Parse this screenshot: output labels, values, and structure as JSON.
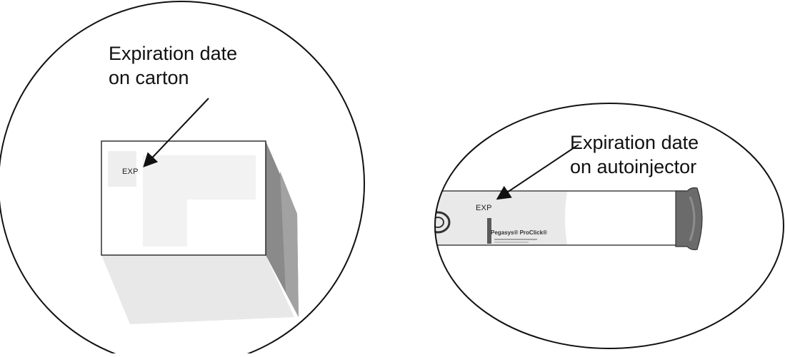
{
  "carton": {
    "callout_line1": "Expiration date",
    "callout_line2": "on carton",
    "exp_label": "EXP"
  },
  "autoinjector": {
    "callout_line1": "Expiration date",
    "callout_line2": "on autoinjector",
    "exp_label": "EXP",
    "brand_label": "Pegasys® ProClick®"
  },
  "colors": {
    "outline": "#111111",
    "carton_face": "#ffffff",
    "carton_side": "#8a8a8a",
    "carton_bottom": "#e8e8e8",
    "label_panel": "#f1f1f1",
    "injector_body": "#e9e9e9",
    "injector_cap": "#6b6b6b"
  }
}
